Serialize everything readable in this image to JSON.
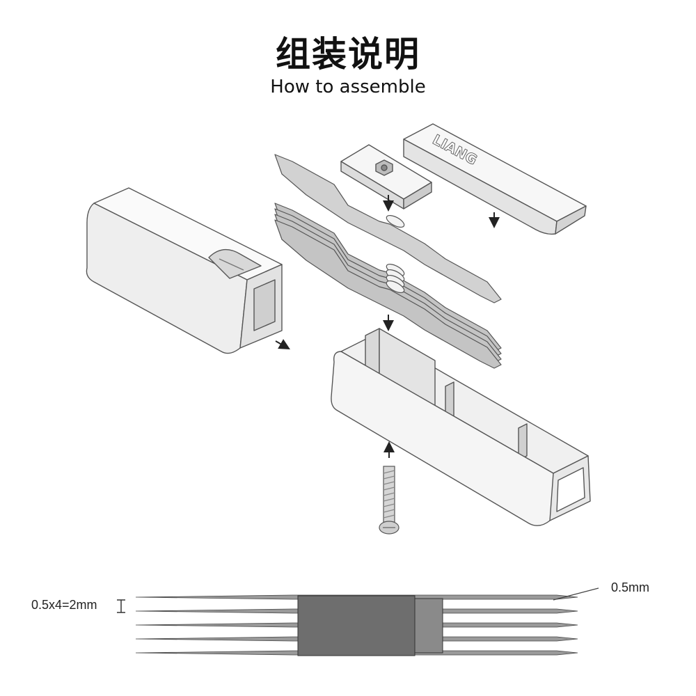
{
  "header": {
    "title_zh": "组装说明",
    "title_en": "How to assemble"
  },
  "parts": {
    "cover_logo": "LIANG"
  },
  "blade_detail": {
    "stack_label": "0.5x4=2mm",
    "blade_label": "0.5mm"
  },
  "colors": {
    "line": "#555555",
    "part_face": "#f4f4f4",
    "part_side": "#dcdcdc",
    "blade": "#c4c4c4",
    "blade_dark": "#6e6e6e"
  }
}
